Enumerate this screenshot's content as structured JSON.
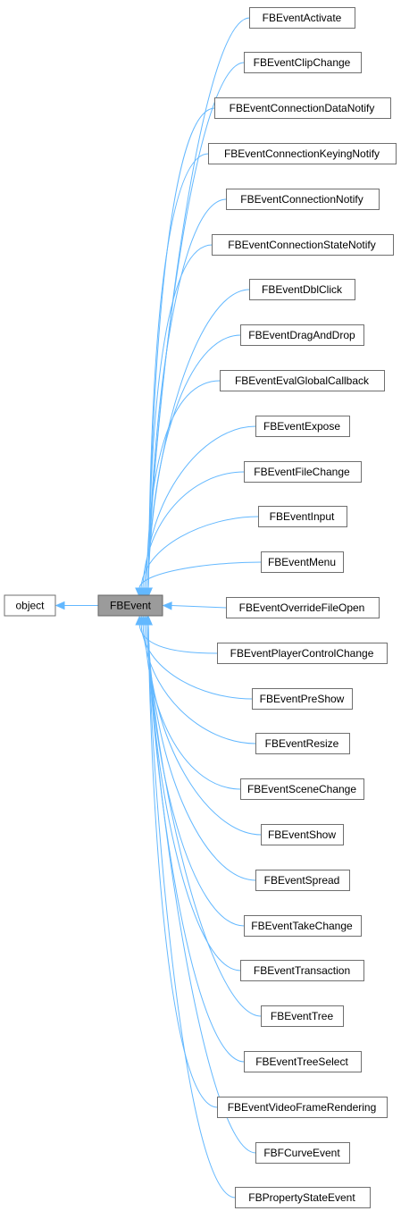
{
  "diagram": {
    "root": "object",
    "base": "FBEvent",
    "subclasses": [
      "FBEventActivate",
      "FBEventClipChange",
      "FBEventConnectionDataNotify",
      "FBEventConnectionKeyingNotify",
      "FBEventConnectionNotify",
      "FBEventConnectionStateNotify",
      "FBEventDblClick",
      "FBEventDragAndDrop",
      "FBEventEvalGlobalCallback",
      "FBEventExpose",
      "FBEventFileChange",
      "FBEventInput",
      "FBEventMenu",
      "FBEventOverrideFileOpen",
      "FBEventPlayerControlChange",
      "FBEventPreShow",
      "FBEventResize",
      "FBEventSceneChange",
      "FBEventShow",
      "FBEventSpread",
      "FBEventTakeChange",
      "FBEventTransaction",
      "FBEventTree",
      "FBEventTreeSelect",
      "FBEventVideoFrameRendering",
      "FBFCurveEvent",
      "FBPropertyStateEvent"
    ],
    "colors": {
      "edge": "#63b8ff",
      "base_fill": "#9b9b9b",
      "node_fill": "#ffffff",
      "node_border": "#6f6f6f"
    }
  }
}
